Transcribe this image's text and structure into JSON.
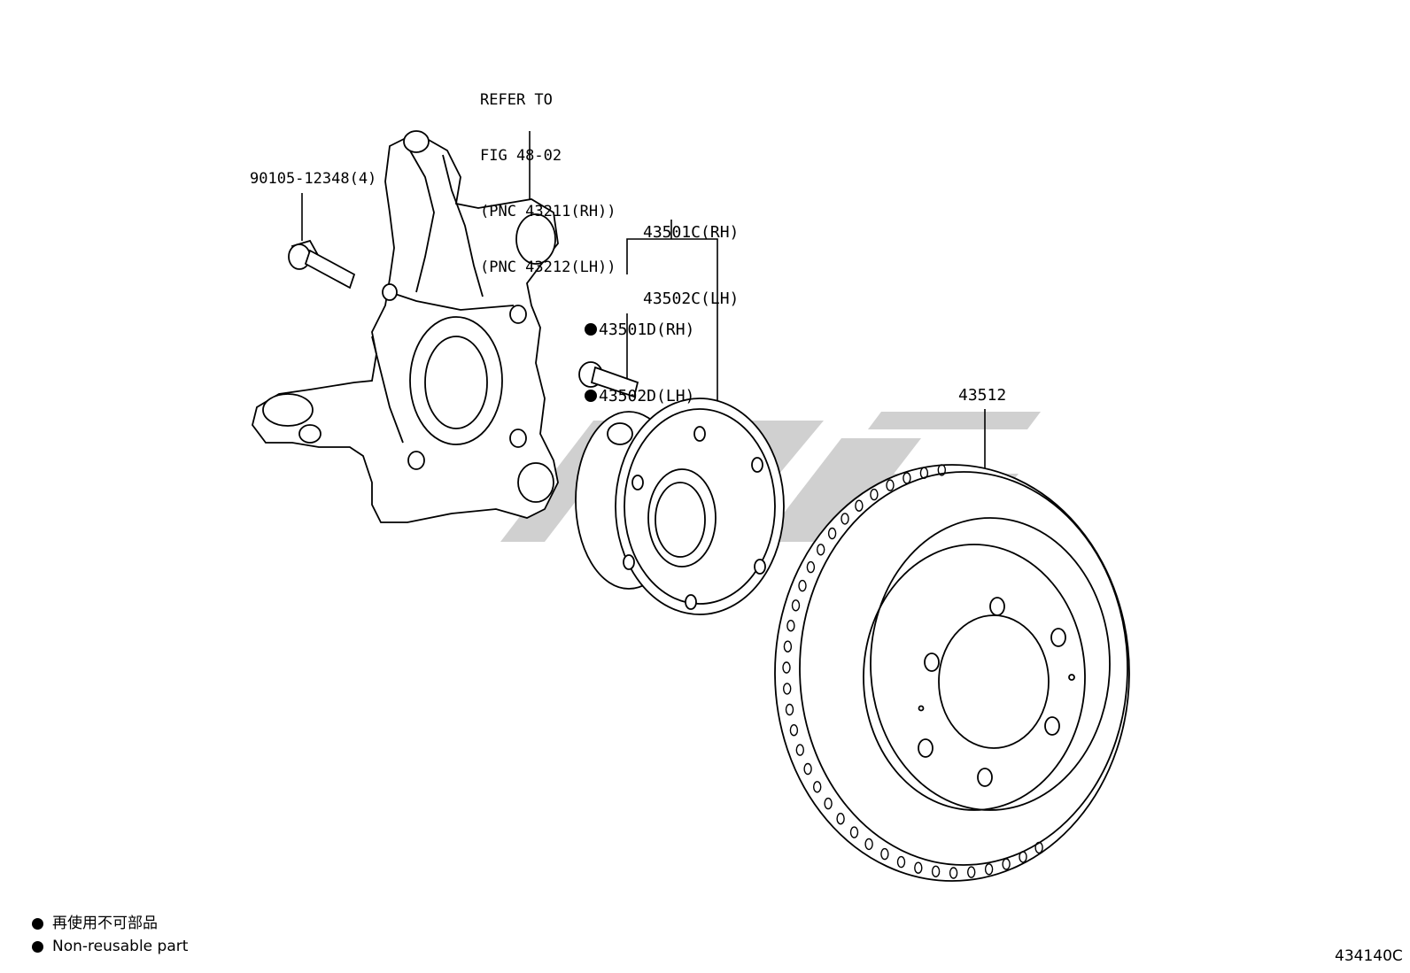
{
  "callouts": {
    "refer": [
      "REFER TO",
      "FIG 48-02",
      "(PNC 43211(RH))",
      "(PNC 43212(LH))"
    ],
    "bolt": "90105-12348(4)",
    "hub": [
      "43501C(RH)",
      "43502C(LH)"
    ],
    "hub_bolt": [
      "43501D(RH)",
      "43502D(LH)"
    ],
    "rotor": "43512"
  },
  "legend": {
    "japanese": "再使用不可部品",
    "english": "Non-reusable part"
  },
  "figure_code": "434140C"
}
